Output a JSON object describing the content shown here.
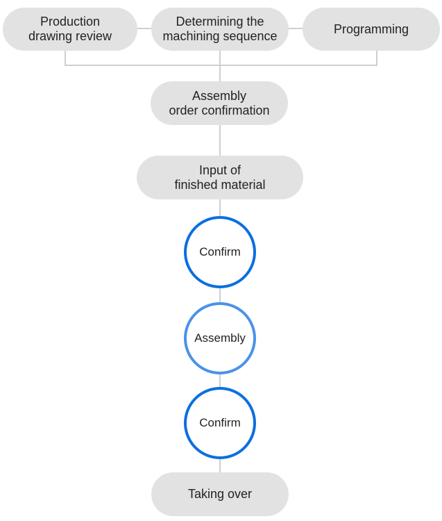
{
  "colors": {
    "node_fill": "#e2e2e2",
    "connector": "#cfcfcf",
    "confirm_ring": "#0b6fe0",
    "assembly_ring": "#4a93e8"
  },
  "steps": {
    "production_drawing_review": "Production\ndrawing review",
    "machining_sequence": "Determining the\nmachining sequence",
    "programming": "Programming",
    "assembly_order_confirmation": "Assembly\norder confirmation",
    "input_finished_material": "Input of\nfinished material",
    "confirm_1": "Confirm",
    "assembly": "Assembly",
    "confirm_2": "Confirm",
    "taking_over": "Taking over"
  }
}
